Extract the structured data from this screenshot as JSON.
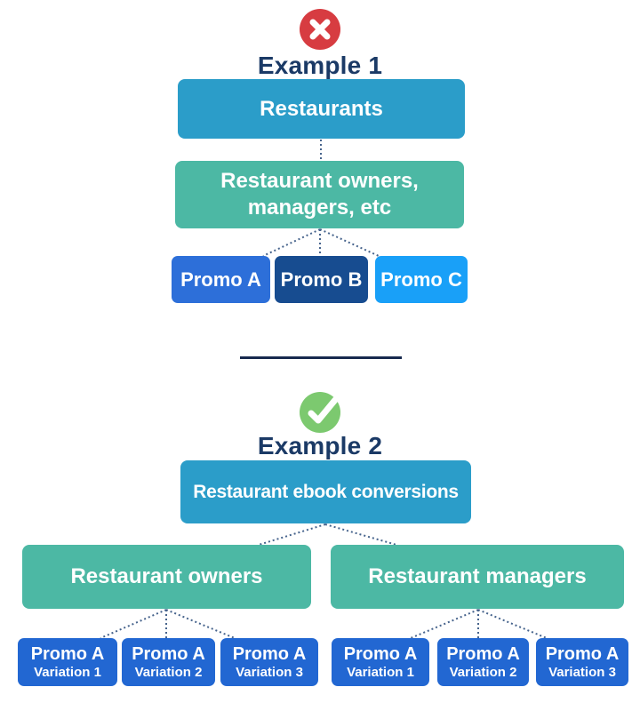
{
  "colors": {
    "campaign_blue": "#2B9DC9",
    "adset_teal": "#4CB8A4",
    "ad_blue": "#2D6FD9",
    "ad_navy": "#174C90",
    "ad_sky": "#19A0F8",
    "variation_blue": "#2267D2",
    "title_navy": "#1B3A66",
    "error_red": "#D73C41",
    "success_green": "#7CC96F",
    "connector_dot": "#46638C"
  },
  "example1": {
    "title": "Example 1",
    "status_icon": "x-circle-icon",
    "campaign_label": "Restaurants",
    "adset_label": "Restaurant owners, managers, etc",
    "ads": [
      {
        "label": "Promo A"
      },
      {
        "label": "Promo B"
      },
      {
        "label": "Promo C"
      }
    ]
  },
  "example2": {
    "title": "Example 2",
    "status_icon": "check-circle-icon",
    "campaign_label": "Restaurant ebook conversions",
    "adsets": [
      {
        "label": "Restaurant owners",
        "ads": [
          {
            "name": "Promo A",
            "variation": "Variation 1"
          },
          {
            "name": "Promo A",
            "variation": "Variation 2"
          },
          {
            "name": "Promo A",
            "variation": "Variation 3"
          }
        ]
      },
      {
        "label": "Restaurant managers",
        "ads": [
          {
            "name": "Promo A",
            "variation": "Variation 1"
          },
          {
            "name": "Promo A",
            "variation": "Variation 2"
          },
          {
            "name": "Promo A",
            "variation": "Variation 3"
          }
        ]
      }
    ]
  }
}
